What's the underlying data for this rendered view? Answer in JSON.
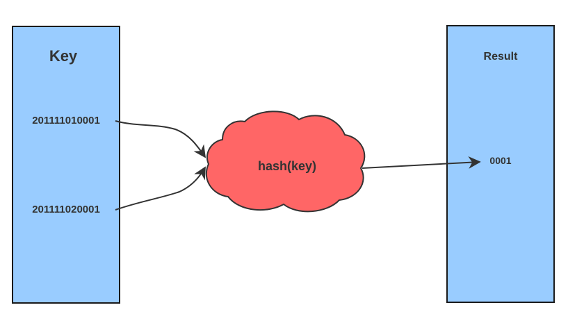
{
  "colors": {
    "box_fill": "#99CCFF",
    "box_stroke": "#1a1a1a",
    "cloud_fill": "#FF6666",
    "cloud_stroke": "#333333",
    "arrow": "#333333",
    "text": "#333333"
  },
  "key_box": {
    "title": "Key",
    "items": [
      "201111010001",
      "201111020001"
    ]
  },
  "hash_node": {
    "label": "hash(key)",
    "shape": "cloud"
  },
  "result_box": {
    "title": "Result",
    "value": "0001"
  }
}
